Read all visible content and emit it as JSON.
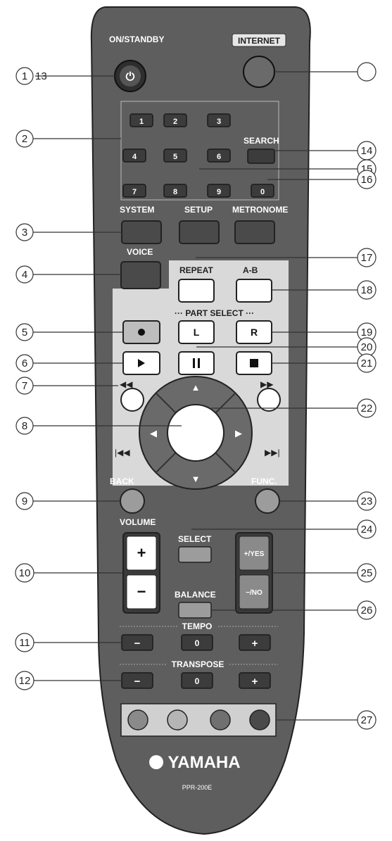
{
  "labels": {
    "on_standby": "ON/STANDBY",
    "internet": "INTERNET",
    "search": "SEARCH",
    "system": "SYSTEM",
    "setup": "SETUP",
    "metronome": "METRONOME",
    "voice": "VOICE",
    "repeat": "REPEAT",
    "ab": "A-B",
    "part_select": "··· PART  SELECT ···",
    "back": "BACK",
    "func": "FUNC.",
    "volume": "VOLUME",
    "select": "SELECT",
    "balance": "BALANCE",
    "tempo": "TEMPO",
    "transpose": "TRANSPOSE",
    "brand": "YAMAHA",
    "model": "PPR-200E"
  },
  "buttons": {
    "digits": [
      "1",
      "2",
      "3",
      "4",
      "5",
      "6",
      "7",
      "8",
      "9",
      "0"
    ],
    "part_l": "L",
    "part_r": "R",
    "plus": "+",
    "minus": "−",
    "zero": "0",
    "yes": "+/YES",
    "no": "−/NO"
  },
  "callouts": {
    "c1": "1",
    "c13": "13",
    "c2": "2",
    "c3": "3",
    "c4": "4",
    "c5": "5",
    "c6": "6",
    "c7": "7",
    "c8": "8",
    "c9": "9",
    "c10": "10",
    "c11": "11",
    "c12": "12",
    "c14": "14",
    "c15": "15",
    "c16": "16",
    "c17": "17",
    "c18": "18",
    "c19": "19",
    "c20": "20",
    "c21": "21",
    "c22": "22",
    "c23": "23",
    "c24": "24",
    "c25": "25",
    "c26": "26",
    "c27": "27"
  },
  "colors": {
    "body": "#5e5e5e",
    "panel": "#d9d9d9",
    "color_buttons": [
      "#8a8a8a",
      "#b5b5b5",
      "#707070",
      "#4a4a4a"
    ]
  }
}
